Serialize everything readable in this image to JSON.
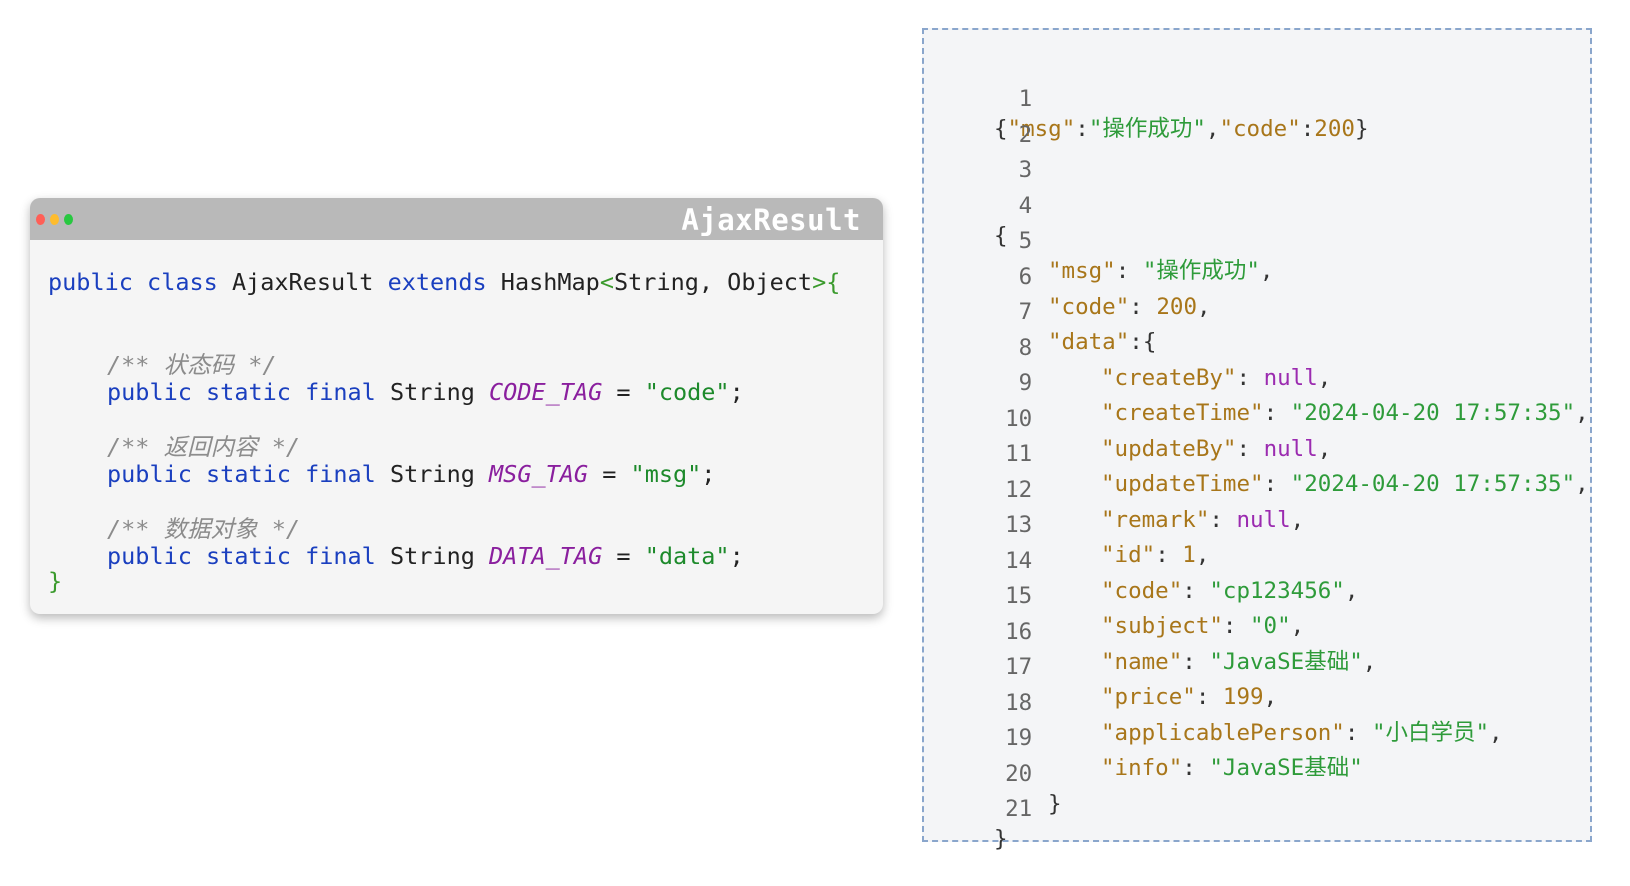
{
  "code_window": {
    "title": "AjaxResult",
    "dot_colors": [
      "#ff5f57",
      "#febc2e",
      "#28c840"
    ],
    "line1": {
      "kw1": "public",
      "kw2": "class",
      "name": "AjaxResult",
      "kw3": "extends",
      "type": "HashMap",
      "lt": "<",
      "generics": "String, Object",
      "gt": ">",
      "brace": "{"
    },
    "field1": {
      "comment": "/** 状态码 */",
      "kw": "public static final",
      "type": "String",
      "name": "CODE_TAG",
      "eq": "=",
      "value": "\"code\"",
      "semi": ";"
    },
    "field2": {
      "comment": "/** 返回内容 */",
      "kw": "public static final",
      "type": "String",
      "name": "MSG_TAG",
      "eq": "=",
      "value": "\"msg\"",
      "semi": ";"
    },
    "field3": {
      "comment": "/** 数据对象 */",
      "kw": "public static final",
      "type": "String",
      "name": "DATA_TAG",
      "eq": "=",
      "value": "\"data\"",
      "semi": ";"
    },
    "closing_brace": "}"
  },
  "json_panel": {
    "line_numbers": [
      "1",
      "2",
      "3",
      "4",
      "5",
      "6",
      "7",
      "8",
      "9",
      "10",
      "11",
      "12",
      "13",
      "14",
      "15",
      "16",
      "17",
      "18",
      "19",
      "20",
      "21"
    ],
    "line1": {
      "open": "{",
      "k1": "\"msg\"",
      "c1": ":",
      "v1": "\"操作成功\"",
      "comma": ",",
      "k2": "\"code\"",
      "c2": ":",
      "v2": "200",
      "close": "}"
    },
    "line4": "{",
    "line5": {
      "key": "\"msg\"",
      "value": "\"操作成功\""
    },
    "line6": {
      "key": "\"code\"",
      "value": "200"
    },
    "line7": {
      "key": "\"data\"",
      "tail": ":{"
    },
    "line8": {
      "key": "\"createBy\"",
      "value": "null"
    },
    "line9": {
      "key": "\"createTime\"",
      "value": "\"2024-04-20 17:57:35\""
    },
    "line10": {
      "key": "\"updateBy\"",
      "value": "null"
    },
    "line11": {
      "key": "\"updateTime\"",
      "value": "\"2024-04-20 17:57:35\""
    },
    "line12": {
      "key": "\"remark\"",
      "value": "null"
    },
    "line13": {
      "key": "\"id\"",
      "value": "1"
    },
    "line14": {
      "key": "\"code\"",
      "value": "\"cp123456\""
    },
    "line15": {
      "key": "\"subject\"",
      "value": "\"0\""
    },
    "line16": {
      "key": "\"name\"",
      "value": "\"JavaSE基础\""
    },
    "line17": {
      "key": "\"price\"",
      "value": "199"
    },
    "line18": {
      "key": "\"applicablePerson\"",
      "value": "\"小白学员\""
    },
    "line19": {
      "key": "\"info\"",
      "value": "\"JavaSE基础\""
    },
    "line20": "}",
    "line21": "}",
    "colon": ":",
    "comma": ","
  }
}
